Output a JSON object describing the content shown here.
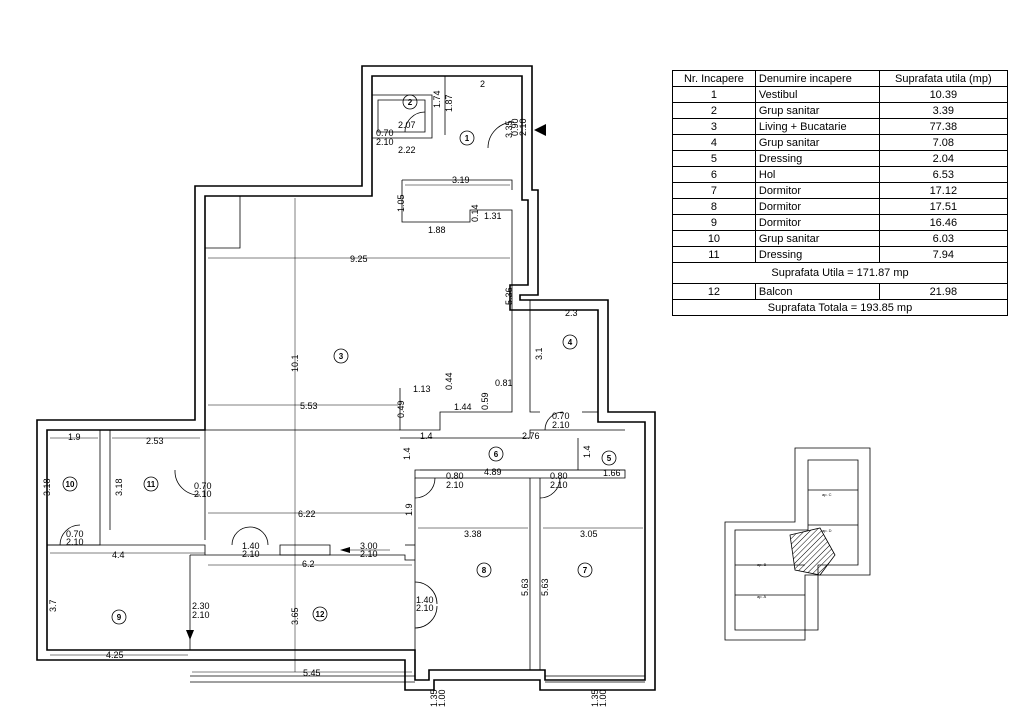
{
  "table": {
    "headers": [
      "Nr. Incapere",
      "Denumire incapere",
      "Suprafata utila (mp)"
    ],
    "rows": [
      {
        "nr": "1",
        "name": "Vestibul",
        "area": "10.39"
      },
      {
        "nr": "2",
        "name": "Grup sanitar",
        "area": "3.39"
      },
      {
        "nr": "3",
        "name": "Living + Bucatarie",
        "area": "77.38"
      },
      {
        "nr": "4",
        "name": "Grup sanitar",
        "area": "7.08"
      },
      {
        "nr": "5",
        "name": "Dressing",
        "area": "2.04"
      },
      {
        "nr": "6",
        "name": "Hol",
        "area": "6.53"
      },
      {
        "nr": "7",
        "name": "Dormitor",
        "area": "17.12"
      },
      {
        "nr": "8",
        "name": "Dormitor",
        "area": "17.51"
      },
      {
        "nr": "9",
        "name": "Dormitor",
        "area": "16.46"
      },
      {
        "nr": "10",
        "name": "Grup sanitar",
        "area": "6.03"
      },
      {
        "nr": "11",
        "name": "Dressing",
        "area": "7.94"
      }
    ],
    "subtotal": "Suprafata Utila =  171.87 mp",
    "balcony": {
      "nr": "12",
      "name": "Balcon",
      "area": "21.98"
    },
    "total": "Suprafata Totala =  193.85 mp"
  },
  "rooms": [
    "1",
    "2",
    "3",
    "4",
    "5",
    "6",
    "7",
    "8",
    "9",
    "10",
    "11",
    "12"
  ],
  "dimensions": {
    "d_2": "2",
    "d_1_87": "1.87",
    "d_1_74": "1.74",
    "d_2_07": "2.07",
    "d_2_22": "2.22",
    "d_3_35": "3.35",
    "d_3_19": "3.19",
    "d_1_05": "1.05",
    "d_1_88": "1.88",
    "d_1_31": "1.31",
    "d_0_14": "0.14",
    "d_9_25": "9.25",
    "d_5_36": "5.36",
    "d_10_1": "10.1",
    "d_2_3": "2.3",
    "d_3_1": "3.1",
    "d_1_13": "1.13",
    "d_0_44": "0.44",
    "d_0_81": "0.81",
    "d_5_53": "5.53",
    "d_1_44": "1.44",
    "d_0_59": "0.59",
    "d_0_49": "0.49",
    "d_1_4a": "1.4",
    "d_2_76": "2.76",
    "d_1_4b": "1.4",
    "d_1_4c": "1.4",
    "d_1_66": "1.66",
    "d_1_9": "1.9",
    "d_2_53": "2.53",
    "d_3_18a": "3.18",
    "d_3_18b": "3.18",
    "d_4_89": "4.89",
    "d_6_22": "6.22",
    "d_3_38": "3.38",
    "d_3_05": "3.05",
    "d_4_4": "4.4",
    "d_6_2": "6.2",
    "d_1_9b": "1.9",
    "d_3_7": "3.7",
    "d_3_65": "3.65",
    "d_5_63a": "5.63",
    "d_5_63b": "5.63",
    "d_4_25": "4.25",
    "d_5_45": "5.45"
  },
  "doors": {
    "door_entry": [
      "0.90",
      "2.10"
    ],
    "door_2": [
      "0.70",
      "2.10"
    ],
    "door_4": [
      "0.70",
      "2.10"
    ],
    "door_8": [
      "0.80",
      "2.10"
    ],
    "door_7": [
      "0.80",
      "2.10"
    ],
    "door_11": [
      "0.70",
      "2.10"
    ],
    "door_10": [
      "0.70",
      "2.10"
    ],
    "door_living": [
      "1.40",
      "2.10"
    ],
    "door_balcony": [
      "3.00",
      "2.10"
    ],
    "door_9": [
      "2.30",
      "2.10"
    ],
    "door_8b": [
      "1.40",
      "2.10"
    ],
    "win_1": [
      "1.35",
      "1.00"
    ],
    "win_2": [
      "1.35",
      "1.00"
    ]
  },
  "keyplan": {
    "labels": [
      "ap. C",
      "ap. D",
      "ap. B",
      "ap. A"
    ]
  }
}
